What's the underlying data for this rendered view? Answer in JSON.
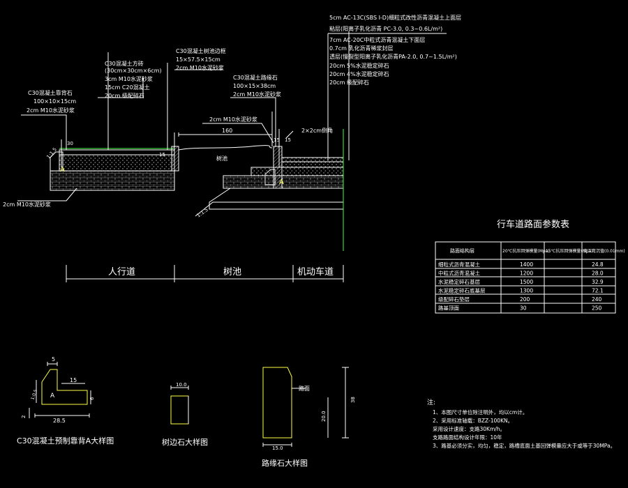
{
  "labels": {
    "curb_c30_title": "C30混凝土靠背石",
    "curb_c30_size": "100×10×15cm",
    "curb_mortar": "2cm M10水泥砂浆",
    "side_block_title": "C30混凝土方砖",
    "side_block_size": "(30cm×30cm×6cm)",
    "side_layer1": "3cm M10水泥砂浆",
    "side_layer2": "15cm C20混凝土",
    "side_layer3": "20cm 级配碎石",
    "tree_edge_title": "C30混凝土树池边框",
    "tree_edge_size": "15×57.5×15cm",
    "tree_edge_mortar": "2cm M10水泥砂浆",
    "kerb_title": "C30混凝土路缘石",
    "kerb_size": "100×15×38cm",
    "kerb_mortar": "2cm M10水泥砂浆",
    "tree_mortar": "2cm M10水泥砂浆",
    "tree_width": "160",
    "tree_pit": "树池",
    "joint": "2×2cm倒角",
    "bottom_mortar": "2cm M10水泥砂浆",
    "slope_left": "1:1.5",
    "slope_right": "1:1.5",
    "dim_30": "30",
    "dim_15a": "15",
    "dim_15b": "15",
    "dim_15c": "15",
    "dim_A1": "A",
    "dim_A2": "A"
  },
  "road_layers": [
    "5cm AC-13C(SBS I-D)细粒式改性沥青混凝土上面层",
    "粘层(阳离子乳化沥青 PC-3.0, 0.3~0.6L/m²)",
    "7cm AC-20C中粒式沥青混凝土下面层",
    "0.7cm 乳化沥青稀浆封层",
    "透层(慢裂型阳离子乳化沥青PA-2.0, 0.7~1.5L/m²)",
    "20cm 5%水泥稳定碎石",
    "20cm 4%水泥稳定碎石",
    "20cm 级配碎石"
  ],
  "zones": {
    "sidewalk": "人行道",
    "tree_pit": "树池",
    "roadway": "机动车道"
  },
  "table": {
    "title": "行车道路面参数表",
    "headers": [
      "路面结构层",
      "20℃抗压回弹模量(Mpa)",
      "15℃抗压回弹模量(Mpa)",
      "交工弯沉值(0.01mm)"
    ],
    "rows": [
      [
        "细粒式沥青混凝土",
        "1400",
        "",
        "24.8"
      ],
      [
        "中粒式沥青混凝土",
        "1200",
        "",
        "28.0"
      ],
      [
        "水泥稳定碎石基层",
        "1500",
        "",
        "32.9"
      ],
      [
        "水泥稳定碎石底基层",
        "1300",
        "",
        "72.1"
      ],
      [
        "级配碎石垫层",
        "200",
        "",
        "240"
      ],
      [
        "路基顶面",
        "30",
        "",
        "250"
      ]
    ]
  },
  "details": {
    "backing_title": "C30混凝土预制靠背A大样图",
    "backing_dim_top": "5",
    "backing_dim_mid": "15",
    "backing_dim_bottom": "28.5",
    "backing_dim_slope": "1:0.5",
    "backing_dim_h": "6",
    "backing_dim_left": "2",
    "backing_A": "A",
    "edge_title": "树边石大样图",
    "edge_dim": "10.0",
    "kerb_title": "路缘石大样图",
    "kerb_dim_w": "15.0",
    "kerb_dim_h": "38",
    "kerb_dim_h2": "20.0",
    "kerb_label": "路面"
  },
  "notes": {
    "heading": "注:",
    "lines": [
      "1、本图尺寸单位除注明外，均以cm计。",
      "2、采用标准轴载：BZZ-100KN。",
      "   采用设计速度：支路30Km/h。",
      "   支路路面结构设计年限：10年",
      "3、路基必须分实，均匀，稳定，路槽底面土基回弹模量应大于或等于30MPa。"
    ]
  }
}
